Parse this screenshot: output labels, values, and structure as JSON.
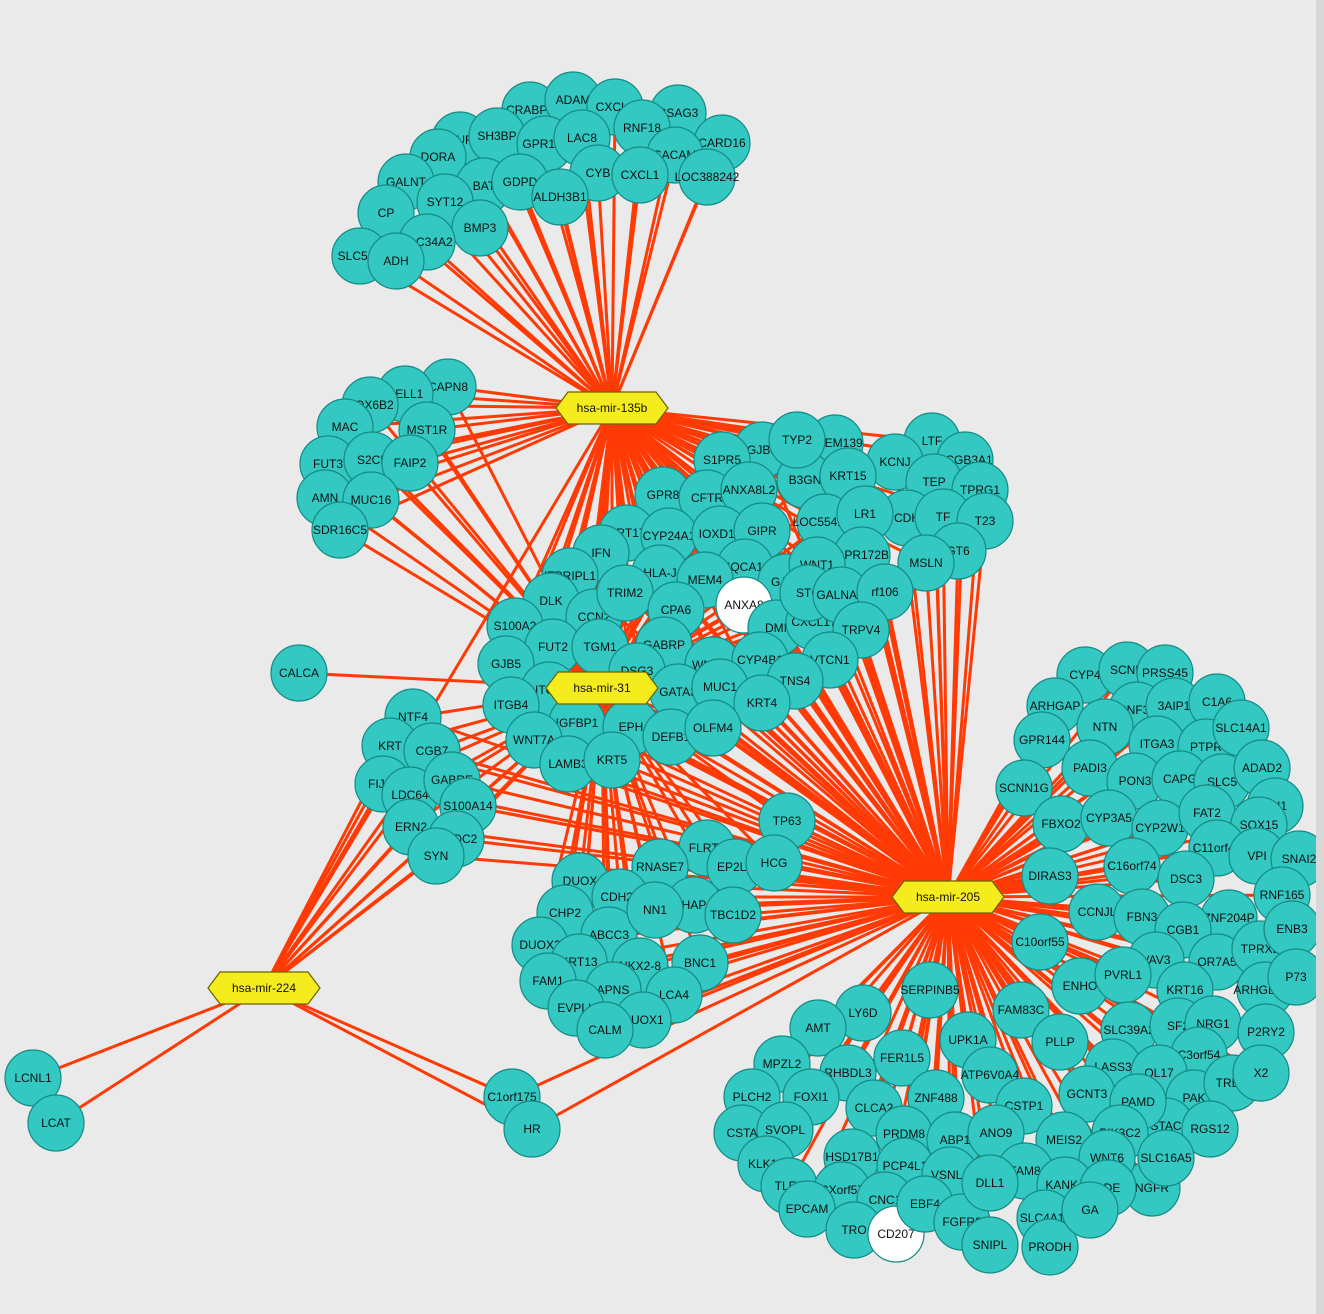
{
  "colors": {
    "background": "#ebeaea",
    "gene_fill": "#33c8c1",
    "gene_stroke": "#148a84",
    "highlight_fill": "#ffffff",
    "mirna_fill": "#f5ec1e",
    "mirna_stroke": "#6b6200",
    "edge": "#ff3a05"
  },
  "mirnas": [
    "hsa-mir-135b",
    "hsa-mir-31",
    "hsa-mir-205",
    "hsa-mir-224"
  ],
  "highlighted_genes": [
    "ANXA8",
    "CD207"
  ],
  "gene_groups": {
    "hsa-mir-135b_top": [
      "CRABP2",
      "ADAM",
      "CXCL6",
      "CSAG3",
      "RNF18",
      "CARD16",
      "RUF",
      "SH3BP",
      "GPR114",
      "LAC8",
      "SACAM",
      "DORA",
      "GALNT",
      "BAT",
      "GDPD",
      "CYB",
      "CXCL1",
      "LOC388242",
      "CP",
      "SYT12",
      "ALDH3B1",
      "BMP3",
      "SLC5A5",
      "SLC34A2",
      "ADH"
    ],
    "hsa-mir-135b_left": [
      "CAPN8",
      "CELL1",
      "COX6B2",
      "MAC",
      "MST1R",
      "FUT3",
      "S2CL",
      "FAIP2",
      "AMN",
      "MUC16",
      "SDR16C5"
    ],
    "hsa-mir-135b_right": [
      "TMEM139",
      "LTF",
      "SCGB3A1",
      "KCNJ",
      "TEP",
      "TPRG1",
      "CDH",
      "TF",
      "T23",
      "GT6",
      "MSLN"
    ],
    "center_cluster": [
      "GJB3",
      "S1PR5",
      "GPR8",
      "CFTR",
      "ANXA8L2",
      "B3GN",
      "KRT15",
      "KRT17",
      "CYP24A1",
      "IOXD10",
      "GIPR",
      "LOC554202",
      "LR1",
      "IFN",
      "ITPRIPL1",
      "HLA-J",
      "IQCA1",
      "GPR172B",
      "MEM4",
      "GJB4",
      "ANXA8",
      "WNT1",
      "DLK",
      "CCN2",
      "TRIM2",
      "CPA6",
      "DMI",
      "CXCL17",
      "STC",
      "GALNAC",
      "rf106",
      "S100A2",
      "FUT2",
      "TGM1",
      "GABRP",
      "TRPV4",
      "GJB5",
      "DSG3",
      "WNT3A",
      "CYP4B1",
      "VTCN1",
      "ITGB",
      "GATA3",
      "MUC1",
      "TNS4",
      "ITGB4",
      "IGFBP1",
      "KRT4",
      "WNT7A",
      "EPH",
      "DEFB1",
      "OLFM4",
      "LAMB3",
      "KRT5",
      "TYP2"
    ],
    "left_cluster": [
      "NTF4",
      "KRT",
      "CGB7",
      "FIJ45",
      "LDC64",
      "GABRE",
      "S100A14",
      "ERN2",
      "WFDC2",
      "SYN"
    ],
    "lower_center": [
      "TP63",
      "FLRT3",
      "RNASE7",
      "EP2L1",
      "HCG",
      "DUOX",
      "CDH22",
      "HAP",
      "CHP2",
      "ABCC3",
      "NN1",
      "TBC1D2",
      "DUOX2",
      "KRT13",
      "NKX2-8",
      "BNC1",
      "FAM1",
      "APNS",
      "LCA4",
      "EVPLL",
      "DUOX1",
      "CALM"
    ],
    "hsa-mir-205_right": [
      "CYP4",
      "SCNN",
      "PRSS45",
      "ARHGAP",
      "RNF39",
      "3AIP1",
      "C1A6",
      "GPR144",
      "NTN",
      "ITGA3",
      "PTPR",
      "SLC14A1",
      "PADI3",
      "PON3",
      "CAPG",
      "SLC5",
      "ADAD2",
      "SCNN1G",
      "FBXO2",
      "CYP3A5",
      "CYP2W1",
      "FAT2",
      "RN1",
      "SOX15",
      "C11orf45",
      "DIRAS3",
      "C16orf74",
      "DSC3",
      "VPI",
      "SNAI2",
      "CCNJL",
      "FBN3",
      "ZNF204P",
      "RNF165",
      "C10orf55",
      "CGB1",
      "VAV3",
      "OR7A5",
      "TPRXL",
      "ENB3",
      "ENHO",
      "PVRL1",
      "KRT16",
      "ARHGEF19",
      "P73",
      "SLC39A2",
      "SF2",
      "NRG1",
      "P2RY2",
      "LASS3",
      "C3orf54",
      "OL17",
      "PAK",
      "TREH",
      "X2",
      "STAC",
      "RGS12",
      "NGFR"
    ],
    "hsa-mir-205_bottom": [
      "SERPINB5",
      "LY6D",
      "FAM83C",
      "AMT",
      "UPK1A",
      "FER1L5",
      "PLLP",
      "MPZL2",
      "RHBDL3",
      "ATP6V0A4",
      "GCNT3",
      "FOXI1",
      "PLCH2",
      "CLCA2",
      "ZNF488",
      "CSTP1",
      "MEIS2",
      "CSTA",
      "SVOPL",
      "PRDM8",
      "ABP1",
      "ANO9",
      "PAMD",
      "PIK3C2",
      "KLK10",
      "HSD17B1",
      "PCP4L1",
      "VSNL1",
      "FAM8",
      "SLC16A5",
      "TLE2",
      "CXorf57",
      "WNT6",
      "CNC1",
      "KANK4",
      "PDE",
      "EPCAM",
      "TRO",
      "CD207",
      "EBF4",
      "FGFR2",
      "SLC4A11",
      "SNIPL",
      "PRODH",
      "DLL1",
      "GA"
    ],
    "hsa-mir-224_only": [
      "LCNL1",
      "LCAT"
    ],
    "shared": [
      "CALCA",
      "C1orf175",
      "HR"
    ]
  }
}
